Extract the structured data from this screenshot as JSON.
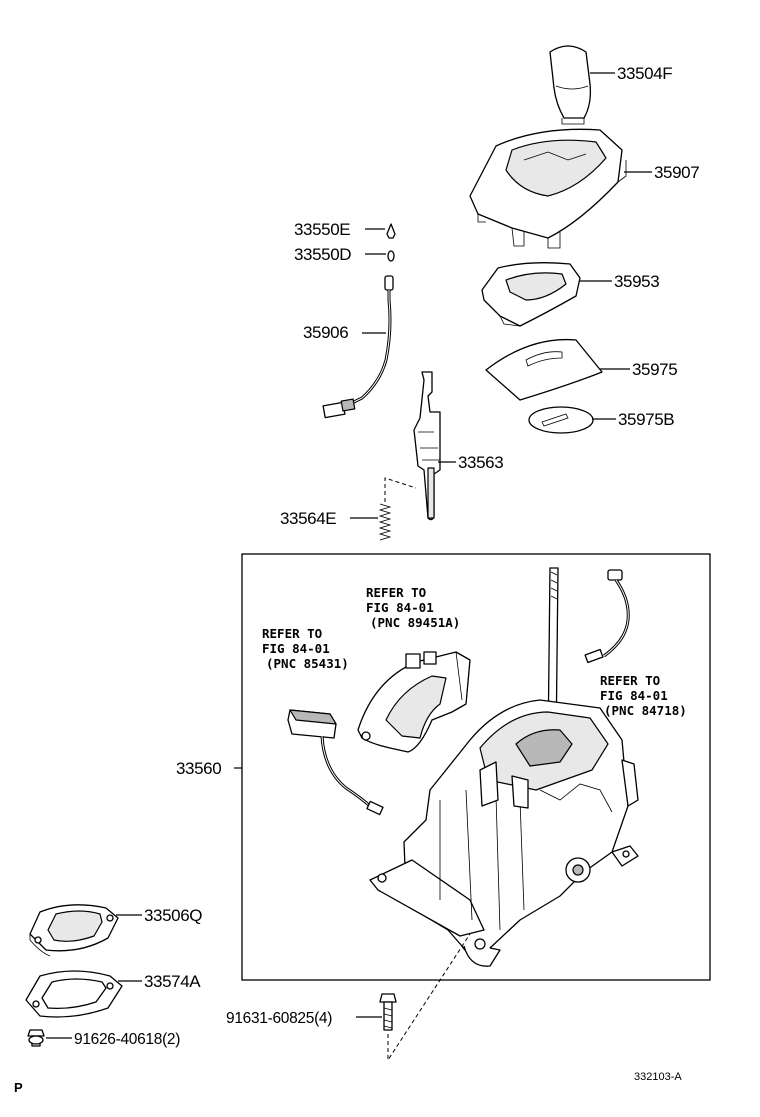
{
  "parts": {
    "knob": "33504F",
    "bezel": "35907",
    "indicator_plate": "35953",
    "slide_cover": "35975",
    "slide_cover_b": "35975B",
    "clip_e": "33550E",
    "clip_d": "33550D",
    "wire": "35906",
    "lock_rod": "33563",
    "spring": "33564E",
    "shift_lever_assy": "33560",
    "boot_retainer": "33506Q",
    "gasket": "33574A",
    "bolt_upper": "91631-60825(4)",
    "bolt_lower": "91626-40618(2)"
  },
  "refs": {
    "a": {
      "line1": "REFER TO",
      "line2": "FIG 84-01",
      "line3": "(PNC 89451A)"
    },
    "b": {
      "line1": "REFER TO",
      "line2": "FIG 84-01",
      "line3": "(PNC 85431)"
    },
    "c": {
      "line1": "REFER TO",
      "line2": "FIG 84-01",
      "line3": "(PNC 84718)"
    }
  },
  "drawing_code": "332103-A",
  "corner_mark": "P"
}
